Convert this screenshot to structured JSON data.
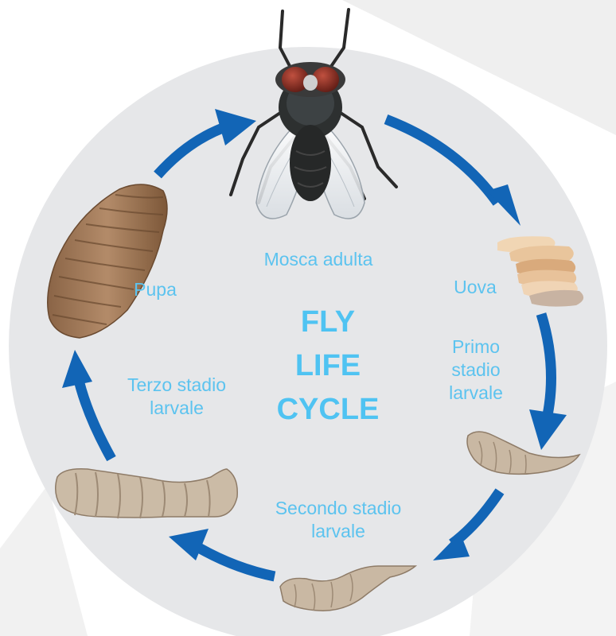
{
  "title_lines": [
    "FLY",
    "LIFE",
    "CYCLE"
  ],
  "stages": {
    "adult": "Mosca adulta",
    "eggs": "Uova",
    "first_instar": [
      "Primo",
      "stadio",
      "larvale"
    ],
    "second_instar": [
      "Secondo stadio",
      "larvale"
    ],
    "third_instar": [
      "Terzo stadio",
      "larvale"
    ],
    "pupa": "Pupa"
  },
  "colors": {
    "circle": "#e6e7e9",
    "arrow": "#1265b6",
    "label": "#5cc3ef",
    "larva": "#c7b8a5",
    "pupa": "#a47c5a"
  },
  "icons": [
    "fly-icon",
    "eggs-icon",
    "first-larva-icon",
    "second-larva-icon",
    "third-larva-icon",
    "pupa-icon"
  ]
}
